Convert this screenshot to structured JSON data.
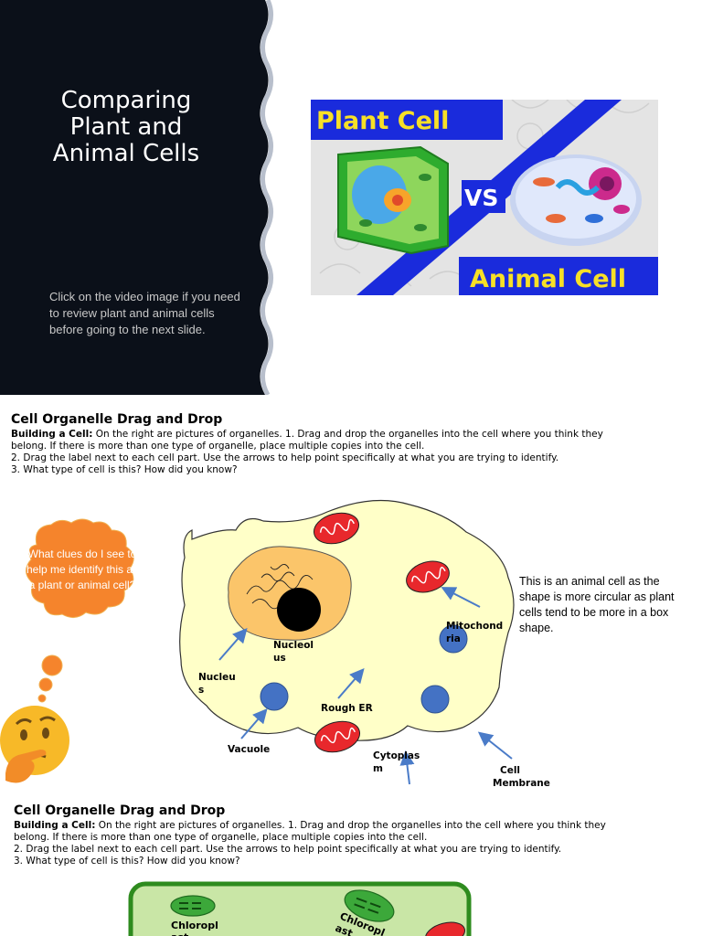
{
  "slide1": {
    "title_lines": [
      "Comparing",
      "Plant and",
      "Animal Cells"
    ],
    "subtitle": "Click on the video image if you need to review plant and animal cells before going to the next slide.",
    "video_thumbnail": {
      "top_label": "Plant Cell",
      "vs_label": "VS",
      "bottom_label": "Animal Cell"
    },
    "colors": {
      "panel": "#0b1019",
      "accent_blue": "#1a2bdc",
      "label_yellow": "#f7e027"
    }
  },
  "slide2": {
    "heading": "Cell Organelle Drag and Drop",
    "instructions": {
      "lead": "Building a Cell:",
      "line1_rest": " On the right are pictures of organelles.  1. Drag and drop the organelles into the cell where you think they",
      "line2": "belong.  If there is more than one type of organelle, place multiple copies into the cell.",
      "line3": "2. Drag the label next to each cell part.  Use the arrows to help point specifically at what you are trying to identify.",
      "line4": "3. What type of cell is this?  How did you know?"
    },
    "thought_bubble": "What clues do I see to help me identify this as a plant or animal cell?",
    "answer": "This is an animal cell as the shape is more circular as plant cells tend to be more in a box shape.",
    "labels": {
      "mitochondria": [
        "Mitochond",
        "ria"
      ],
      "nucleolus": [
        "Nucleol",
        "us"
      ],
      "nucleus": [
        "Nucleu",
        "s"
      ],
      "rough_er": "Rough ER",
      "vacuole": "Vacuole",
      "cytoplasm": [
        "Cytoplas",
        "m"
      ],
      "cell_membrane": [
        "Cell",
        "Membrane"
      ]
    },
    "colors": {
      "cytoplasm": "#ffffc8",
      "nucleus": "#fbc56a",
      "mito": "#e8282c",
      "vacuole": "#4472c4",
      "bubble": "#f5842c",
      "arrow": "#4a7bc8"
    }
  },
  "slide3": {
    "heading": "Cell Organelle Drag and Drop",
    "instructions": {
      "lead": "Building a Cell:",
      "line1_rest": " On the right are pictures of organelles.  1. Drag and drop the organelles into the cell where you think they",
      "line2": "belong.  If there is more than one type of organelle, place multiple copies into the cell.",
      "line3": "2. Drag the label next to each cell part.  Use the arrows to help point specifically at what you are trying to identify.",
      "line4": "3. What type of cell is this?  How did you know?"
    },
    "labels": {
      "chloroplast_left": [
        "Chloropl",
        "ast"
      ],
      "chloroplast_right": [
        "Chloropl",
        "ast"
      ]
    },
    "colors": {
      "wall": "#2e8b1e",
      "cytoplasm": "#c9e6a6",
      "chloroplast": "#3ca83a"
    }
  }
}
